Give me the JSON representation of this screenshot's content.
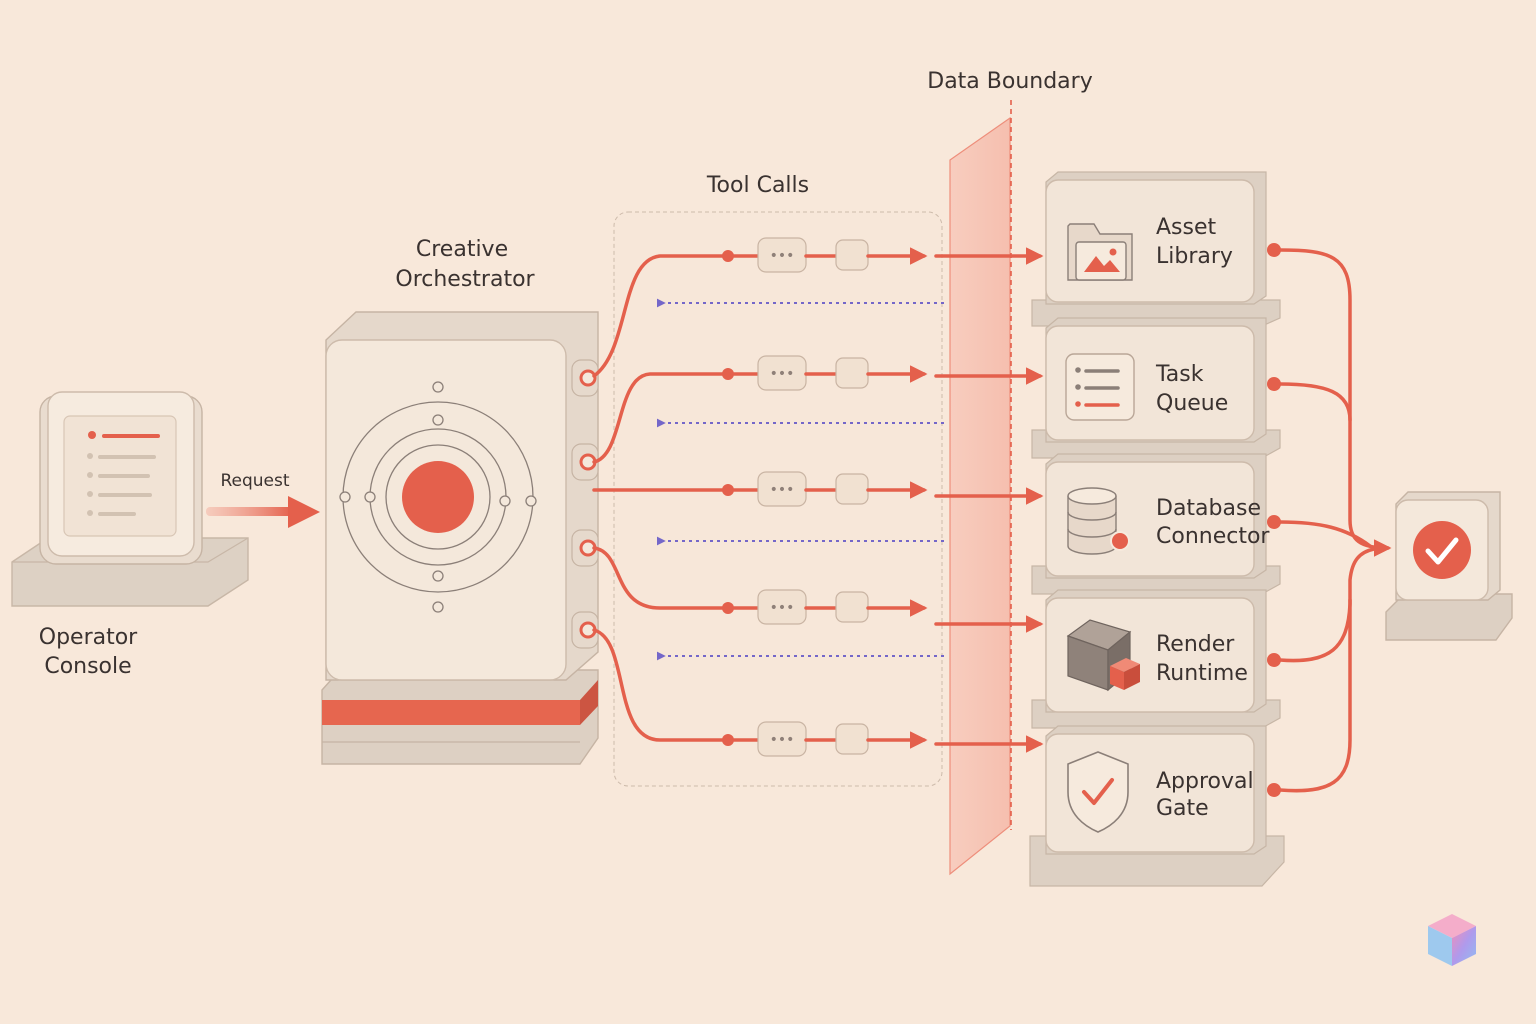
{
  "colors": {
    "background": "#f8e8da",
    "accent": "#e4604c",
    "return_path": "#7467c9",
    "boundary": "#f3a898"
  },
  "labels": {
    "operator_console": [
      "Operator",
      "Console"
    ],
    "request": "Request",
    "orchestrator": [
      "Creative",
      "Orchestrator"
    ],
    "tool_calls": "Tool Calls",
    "data_boundary": "Data Boundary"
  },
  "services": [
    {
      "id": "asset-library",
      "lines": [
        "Asset",
        "Library"
      ],
      "icon": "folder-image-icon"
    },
    {
      "id": "task-queue",
      "lines": [
        "Task",
        "Queue"
      ],
      "icon": "list-icon"
    },
    {
      "id": "database-connector",
      "lines": [
        "Database",
        "Connector"
      ],
      "icon": "database-icon"
    },
    {
      "id": "render-runtime",
      "lines": [
        "Render",
        "Runtime"
      ],
      "icon": "cube-icon"
    },
    {
      "id": "approval-gate",
      "lines": [
        "Approval",
        "Gate"
      ],
      "icon": "shield-check-icon"
    }
  ],
  "result_icon": "check-circle-icon",
  "watermark_icon": "cube-logo-icon"
}
